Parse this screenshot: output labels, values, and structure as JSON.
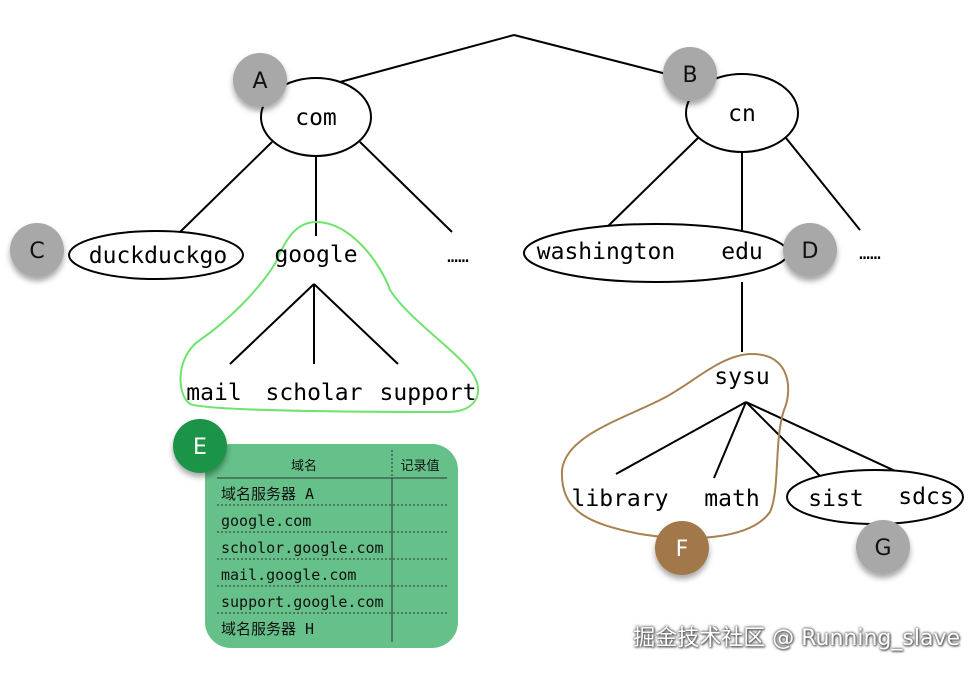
{
  "nodes": {
    "com": "com",
    "cn": "cn",
    "duckduckgo": "duckduckgo",
    "google": "google",
    "ellipsis_com": "……",
    "washington": "washington",
    "edu": "edu",
    "ellipsis_cn": "……",
    "mail": "mail",
    "scholar": "scholar",
    "support": "support",
    "sysu": "sysu",
    "library": "library",
    "math": "math",
    "sist": "sist",
    "sdcs": "sdcs"
  },
  "badges": {
    "a": "A",
    "b": "B",
    "c": "C",
    "d": "D",
    "e": "E",
    "f": "F",
    "g": "G"
  },
  "colors": {
    "badge_gray": "#a8a8a8",
    "badge_green": "#1a9447",
    "badge_brown": "#a2774a",
    "zone_green": "#6ee36e",
    "zone_brown": "#a88250",
    "table_bg": "#66c08a"
  },
  "table": {
    "header_domain": "域名",
    "header_record": "记录值",
    "rows": [
      "域名服务器 A",
      "google.com",
      "scholor.google.com",
      "mail.google.com",
      "support.google.com",
      "域名服务器 H"
    ]
  },
  "watermark": "掘金技术社区 @ Running_slave"
}
